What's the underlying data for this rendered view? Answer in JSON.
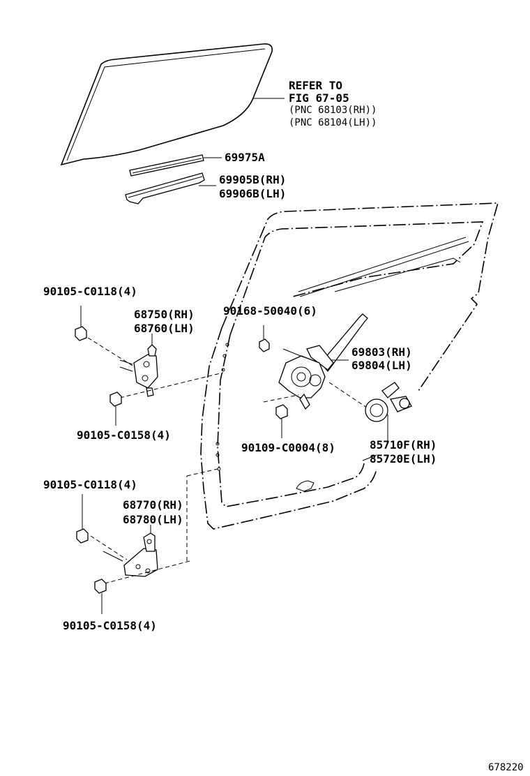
{
  "labels": {
    "refer_to": "REFER TO",
    "fig": "FIG 67-05",
    "pnc_rh": "(PNC 68103(RH))",
    "pnc_lh": "(PNC 68104(LH))",
    "p69975a": "69975A",
    "p69905b": "69905B(RH)",
    "p69906b": "69906B(LH)",
    "bolt_upper_1": "90105-C0118(4)",
    "hinge_upper_rh": "68750(RH)",
    "hinge_upper_lh": "68760(LH)",
    "nut_90168": "90168-50040(6)",
    "regulator_rh": "69803(RH)",
    "regulator_lh": "69804(LH)",
    "bolt_upper_2": "90105-C0158(4)",
    "bolt_90109": "90109-C0004(8)",
    "motor_rh": "85710F(RH)",
    "motor_lh": "85720E(LH)",
    "bolt_lower_1": "90105-C0118(4)",
    "hinge_lower_rh": "68770(RH)",
    "hinge_lower_lh": "68780(LH)",
    "bolt_lower_2": "90105-C0158(4)",
    "figure_number": "678220"
  }
}
